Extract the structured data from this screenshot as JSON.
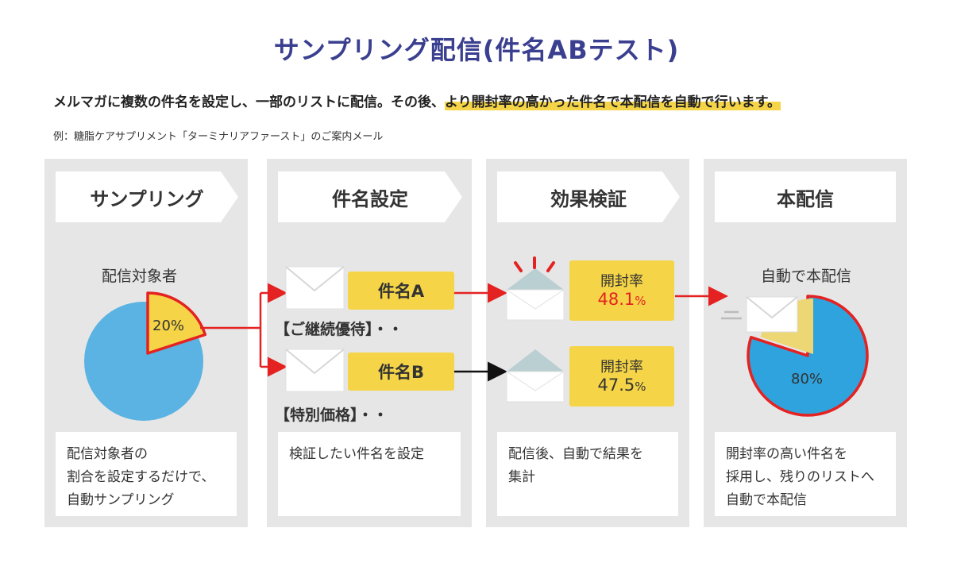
{
  "title": "サンプリング配信(件名ABテスト)",
  "description_plain": "メルマガに複数の件名を設定し、一部のリストに配信。その後、",
  "description_highlight": "より開封率の高かった件名で本配信を自動で行います。",
  "example": "例：糖脂ケアサプリメント「ターミナリアファースト」のご案内メール",
  "stages": [
    {
      "label": "サンプリング",
      "note": "配信対象者の\n割合を設定するだけで、\n自動サンプリング"
    },
    {
      "label": "件名設定",
      "note": "検証したい件名を設定"
    },
    {
      "label": "効果検証",
      "note": "配信後、自動で結果を\n集計"
    },
    {
      "label": "本配信",
      "note": "開封率の高い件名を\n採用し、残りのリストへ\n自動で本配信"
    }
  ],
  "sampling": {
    "label": "配信対象者",
    "sample_percent": 20,
    "sample_text": "20%"
  },
  "subjects": [
    {
      "tag": "件名A",
      "bracket": "【ご継続優待】・・"
    },
    {
      "tag": "件名B",
      "bracket": "【特別価格】・・"
    }
  ],
  "results": [
    {
      "label": "開封率",
      "value": "48.1",
      "unit": "%"
    },
    {
      "label": "開封率",
      "value": "47.5",
      "unit": "%"
    }
  ],
  "final": {
    "label": "自動で本配信",
    "main_percent": 80,
    "main_text": "80%"
  },
  "colors": {
    "title": "#3a3f8f",
    "accent": "#f5d547",
    "pie_blue": "#5ab3e2",
    "final_blue": "#2ea3dd",
    "red": "#e52222",
    "panel": "#e6e6e6"
  }
}
